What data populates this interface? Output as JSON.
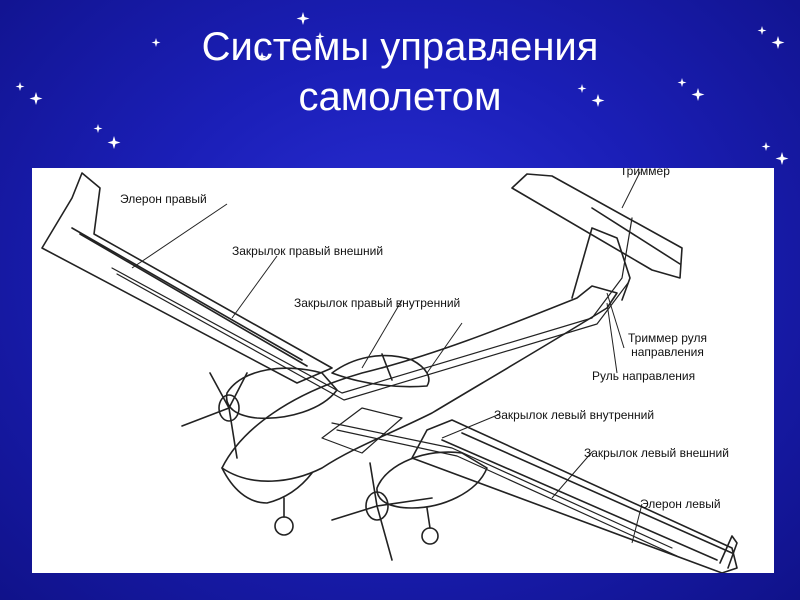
{
  "title": {
    "line1": "Системы управления",
    "line2": "самолетом"
  },
  "diagram": {
    "labels": {
      "aileron_right": "Элерон правый",
      "flap_right_outer": "Закрылок правый внешний",
      "flap_right_inner": "Закрылок правый внутренний",
      "trimmer": "Триммер",
      "rudder_trimmer_line1": "Триммер руля",
      "rudder_trimmer_line2": "направления",
      "rudder": "Руль направления",
      "flap_left_inner": "Закрылок левый внутренний",
      "flap_left_outer": "Закрылок левый внешний",
      "aileron_left": "Элерон левый"
    }
  },
  "colors": {
    "background": "#1b1fb8",
    "title_text": "#ffffff",
    "panel": "#ffffff",
    "line_art": "#222222"
  }
}
